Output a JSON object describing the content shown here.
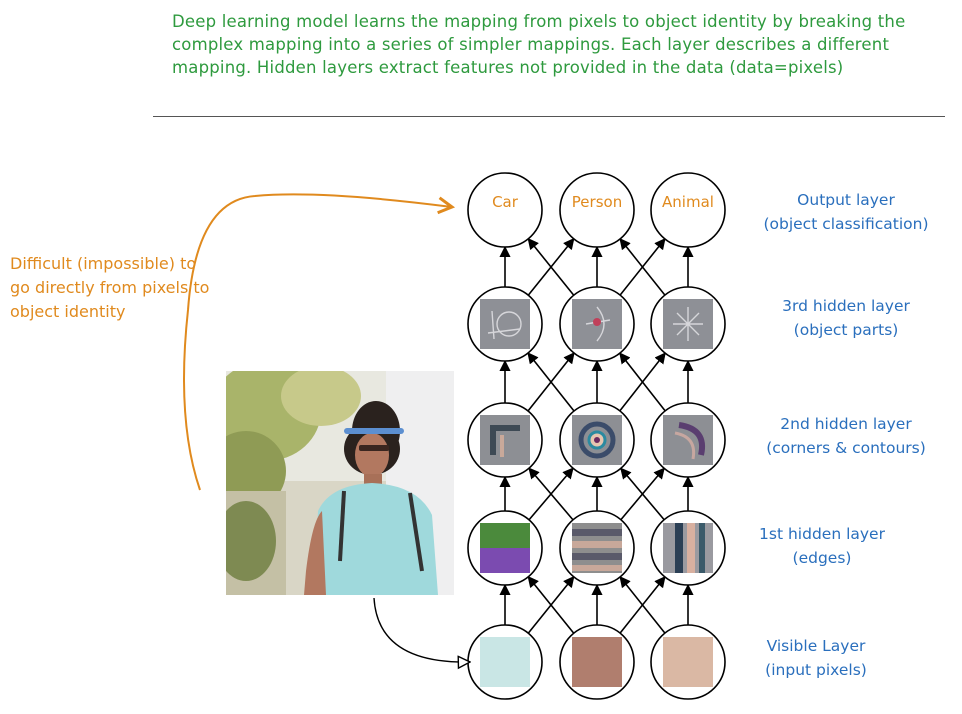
{
  "intro": "Deep learning model learns the mapping from pixels to object identity by breaking the complex mapping into a series of simpler mappings. Each layer describes a different mapping. Hidden layers extract features not provided in the data (data=pixels)",
  "side_note": "Difficult (impossible) to go directly from pixels to object identity",
  "output_nodes": [
    "Car",
    "Person",
    "Animal"
  ],
  "layers": [
    {
      "line1": "Output layer",
      "line2": "(object classification)"
    },
    {
      "line1": "3rd hidden layer",
      "line2": "(object parts)"
    },
    {
      "line1": "2nd hidden layer",
      "line2": "(corners & contours)"
    },
    {
      "line1": "1st hidden layer",
      "line2": "(edges)"
    },
    {
      "line1": "Visible Layer",
      "line2": "(input pixels)"
    }
  ],
  "input_pixel_colors": [
    "#c9e6e5",
    "#b07e6e",
    "#dab8a4"
  ],
  "colors": {
    "intro": "#2e9a3e",
    "annotation": "#e08a1e",
    "labels": "#2a6fbd"
  }
}
